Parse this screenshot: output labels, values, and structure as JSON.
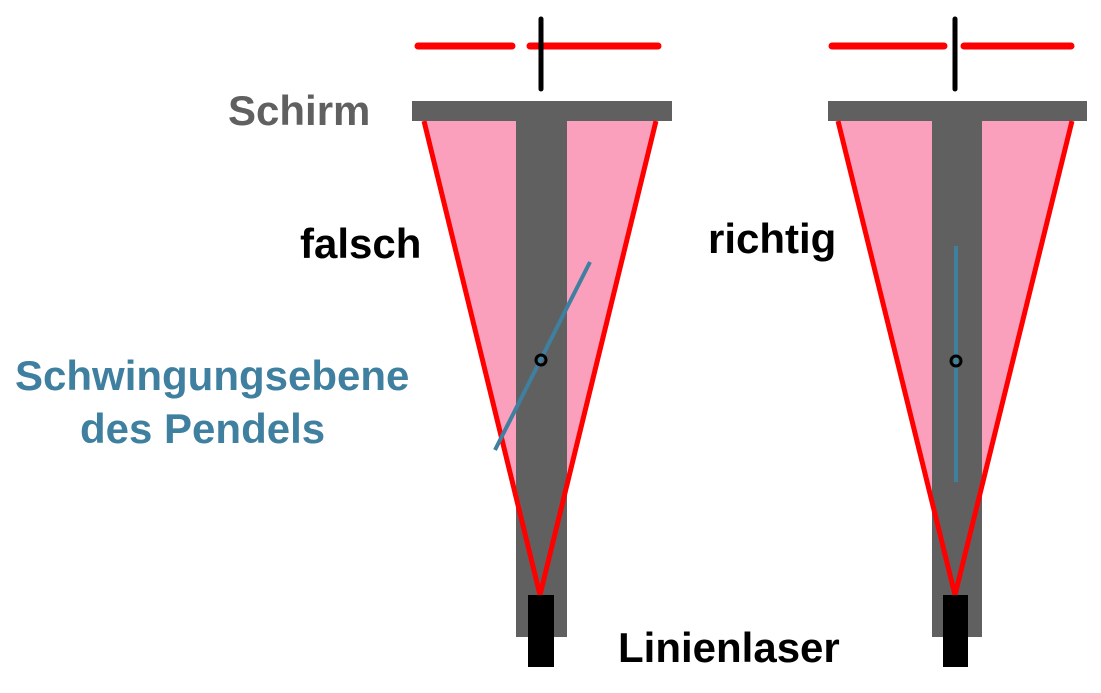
{
  "labels": {
    "screen": "Schirm",
    "wrong": "falsch",
    "right": "richtig",
    "plane_line1": "Schwingungsebene",
    "plane_line2": "des Pendels",
    "laser": "Linienlaser"
  },
  "colors": {
    "grey": "#606060",
    "pink": "#fba0bc",
    "red": "#ff0000",
    "blue": "#3f7f9f",
    "black": "#000000"
  }
}
